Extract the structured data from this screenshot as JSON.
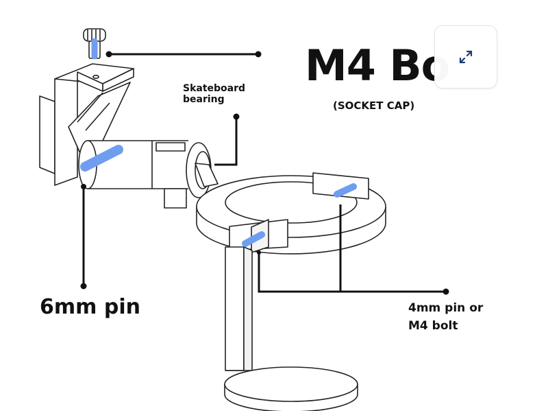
{
  "labels": {
    "bolt_title": "M4 Bo",
    "bolt_subtitle": "(SOCKET CAP)",
    "bearing_line1": "Skateboard",
    "bearing_line2": "bearing",
    "pin_large": "6mm pin",
    "pin_small_line1": "4mm pin or",
    "pin_small_line2": "M4 bolt"
  },
  "expand_button": {
    "icon": "expand-arrows-icon"
  },
  "colors": {
    "line": "#111111",
    "pin_blue": "#6f9df0",
    "outline": "#222222",
    "fill": "#ffffff",
    "icon": "#1f3c6e"
  }
}
